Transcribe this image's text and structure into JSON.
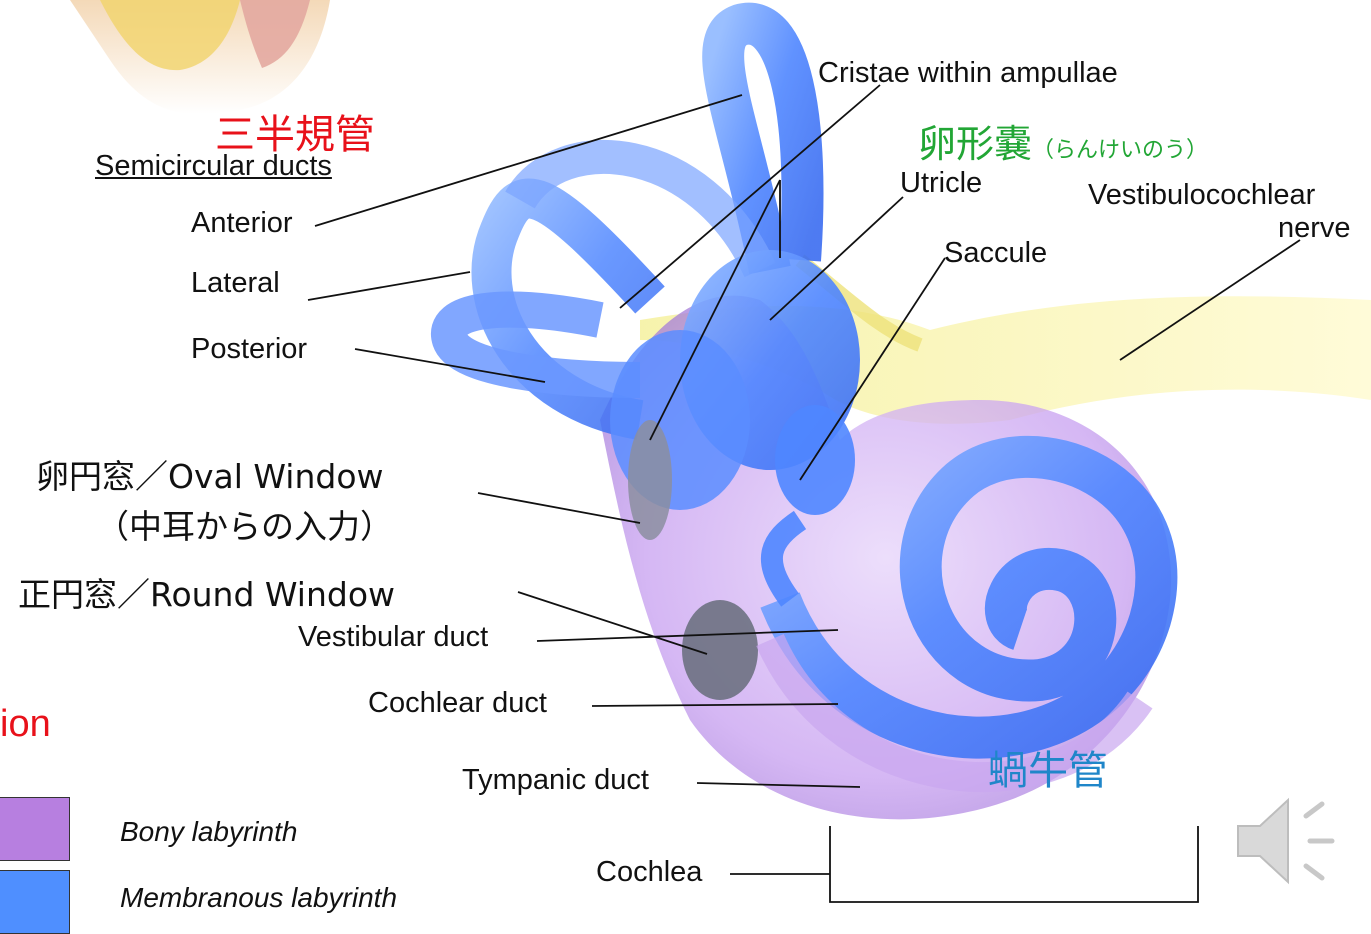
{
  "labels": {
    "semicircular_jp": "三半規管",
    "semicircular_en": "Semicircular ducts",
    "anterior": "Anterior",
    "lateral": "Lateral",
    "posterior": "Posterior",
    "cristae": "Cristae within ampullae",
    "utricle_jp": "卵形嚢",
    "utricle_jp_reading": "（らんけいのう）",
    "utricle": "Utricle",
    "vestibulocochlear_line1": "Vestibulocochlear",
    "vestibulocochlear_line2": "nerve",
    "saccule": "Saccule",
    "oval_window_line1": "卵円窓／Oval Window",
    "oval_window_line2": "（中耳からの入力）",
    "round_window": "正円窓／Round Window",
    "vestibular_duct": "Vestibular duct",
    "cochlear_duct": "Cochlear duct",
    "tympanic_duct": "Tympanic duct",
    "cochlea_jp": "蝸牛管",
    "cochlea": "Cochlea"
  },
  "legend": {
    "title_fragment": "ion",
    "items": [
      {
        "label": "Bony labyrinth",
        "color": "#b77fe0"
      },
      {
        "label": "Membranous labyrinth",
        "color": "#4f8fff"
      }
    ]
  },
  "colors": {
    "red_label": "#e8111a",
    "green_label": "#22a635",
    "blue_label": "#1f86c9",
    "membranous": "#4f8fff",
    "bony": "#c9a6f0",
    "nerve": "#f4ef8a"
  },
  "icons": {
    "speaker": "speaker-icon"
  }
}
